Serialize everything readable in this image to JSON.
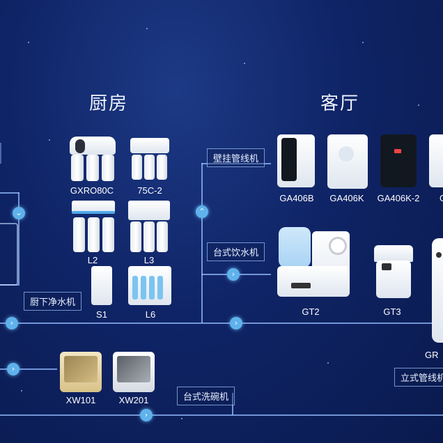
{
  "sections": {
    "kitchen": "厨房",
    "living_room": "客厅"
  },
  "categories": {
    "wall_mounted": "壁挂管线机",
    "desktop_dispenser": "台式饮水机",
    "under_sink": "厨下净水机",
    "desktop_dishwasher": "台式洗碗机",
    "floor_pipeline": "立式管线机"
  },
  "kitchen_products": [
    "GXRO80C",
    "75C-2",
    "L2",
    "L3",
    "S1",
    "L6"
  ],
  "wall_products": [
    "GA406B",
    "GA406K",
    "GA406K-2",
    "G"
  ],
  "desktop_products": [
    "GT2",
    "GT3",
    "GR"
  ],
  "dishwasher_products": [
    "XW101",
    "XW201"
  ],
  "icons": {
    "expand": "chevron-down-icon",
    "collapse": "chevron-up-icon",
    "next": "chevron-right-icon"
  },
  "colors": {
    "background": "#0f2466",
    "connector": "#5fb2ec",
    "line": "#96beff"
  }
}
